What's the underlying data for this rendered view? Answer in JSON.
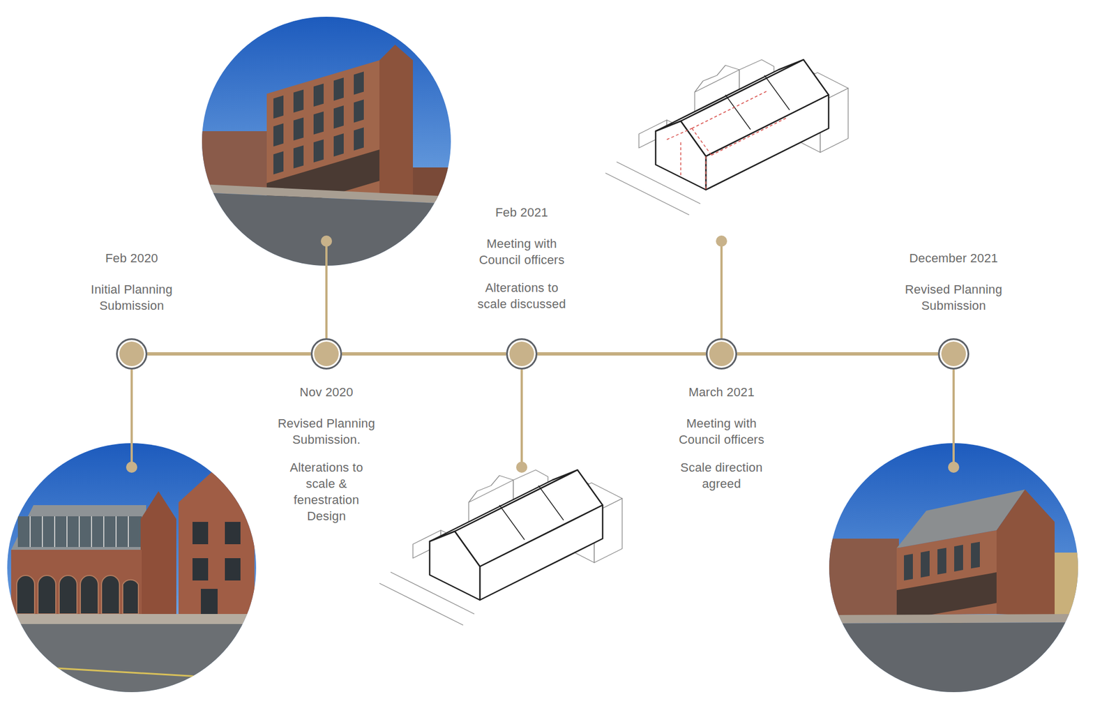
{
  "diagram": {
    "nodes": [
      {
        "text": [
          "Feb 2020",
          "Initial Planning Submission"
        ]
      },
      {
        "text": [
          "Nov 2020",
          "Revised Planning Submission.",
          "Alterations to scale & fenestration Design"
        ]
      },
      {
        "text": [
          "Feb 2021",
          "Meeting with Council officers",
          "Alterations to scale discussed"
        ]
      },
      {
        "text": [
          "March 2021",
          "Meeting with Council officers",
          "Scale direction agreed"
        ]
      },
      {
        "text": [
          "December 2021",
          "Revised Planning Submission"
        ]
      }
    ],
    "edges": [
      {
        "from": 0,
        "to": 1,
        "arrow": "none"
      },
      {
        "from": 1,
        "to": 2,
        "arrow": "none"
      },
      {
        "from": 2,
        "to": 3,
        "arrow": "none"
      },
      {
        "from": 3,
        "to": 4,
        "arrow": "none"
      }
    ]
  }
}
